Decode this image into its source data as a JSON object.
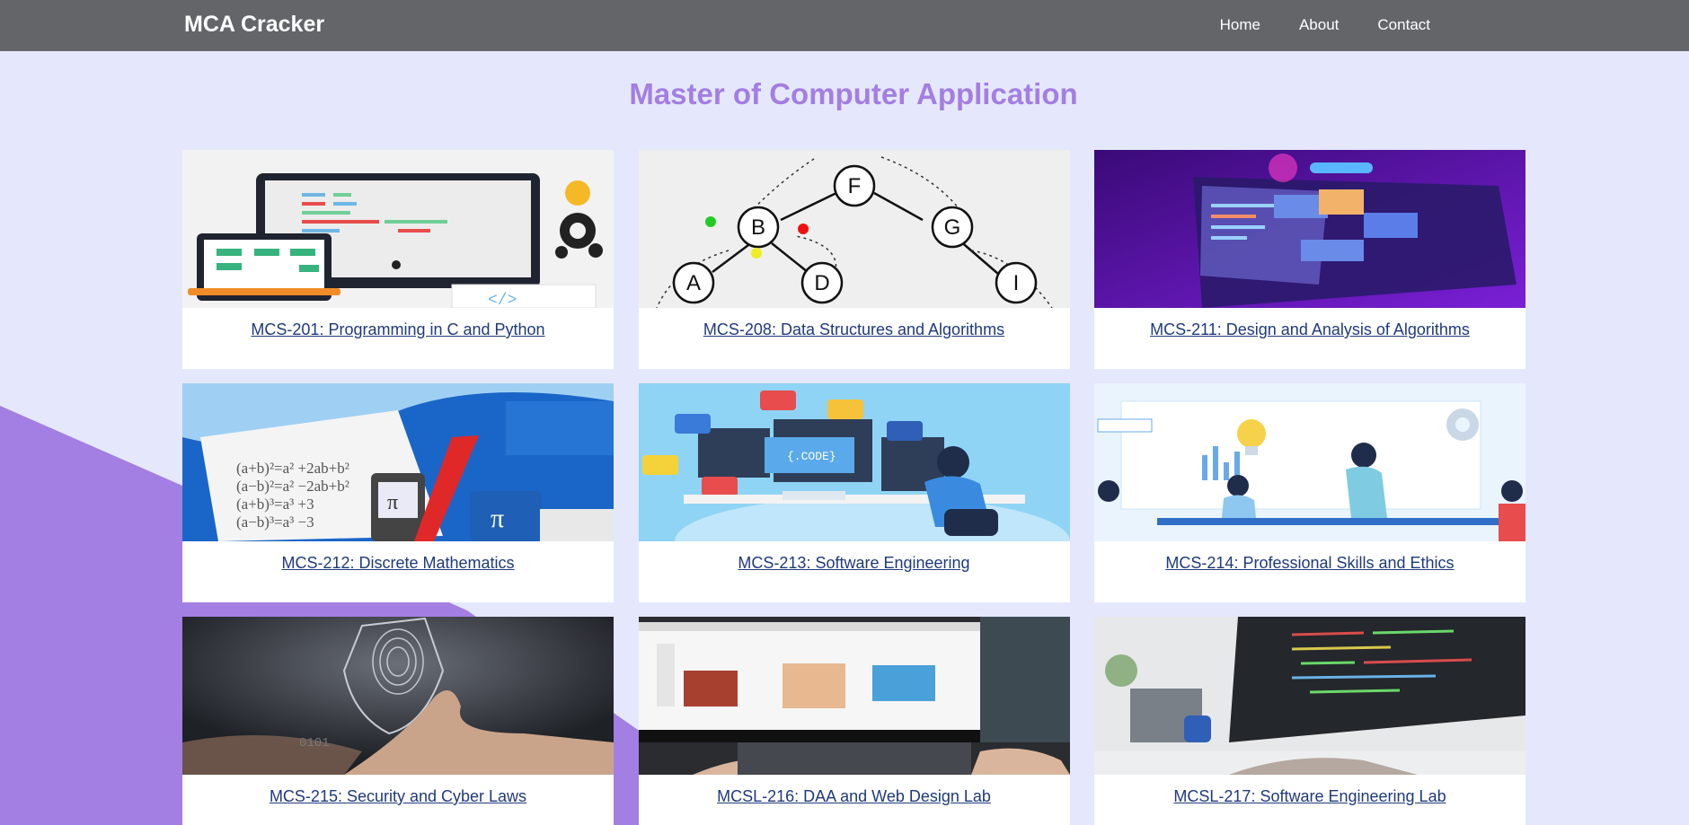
{
  "navbar": {
    "brand": "MCA Cracker",
    "links": [
      "Home",
      "About",
      "Contact"
    ]
  },
  "page_title": "Master of Computer Application",
  "courses": [
    {
      "label": "MCS-201: Programming in C and Python",
      "image": "programming-illustration"
    },
    {
      "label": "MCS-208: Data Structures and Algorithms",
      "image": "binary-tree-diagram"
    },
    {
      "label": "MCS-211: Design and Analysis of Algorithms",
      "image": "laptop-flowchart-image"
    },
    {
      "label": "MCS-212: Discrete Mathematics",
      "image": "algebra-notebook-image"
    },
    {
      "label": "MCS-213: Software Engineering",
      "image": "developer-workspace-illustration"
    },
    {
      "label": "MCS-214: Professional Skills and Ethics",
      "image": "team-meeting-illustration"
    },
    {
      "label": "MCS-215: Security and Cyber Laws",
      "image": "fingerprint-security-image"
    },
    {
      "label": "MCSL-216: DAA and Web Design Lab",
      "image": "laptop-web-design-image"
    },
    {
      "label": "MCSL-217: Software Engineering Lab",
      "image": "code-monitor-image"
    }
  ],
  "tree_nodes": [
    "F",
    "B",
    "G",
    "A",
    "D",
    "I"
  ],
  "colors": {
    "navbar": "#646569",
    "background": "#e5e8fc",
    "accent_purple": "#a37ee3",
    "link": "#1f3a7a"
  }
}
